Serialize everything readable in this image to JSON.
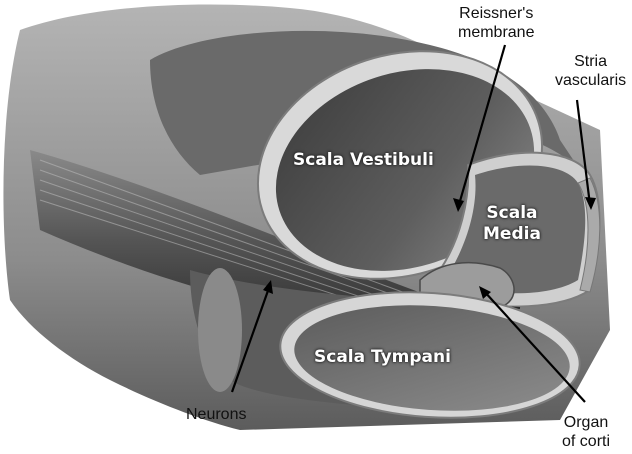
{
  "labels": {
    "reissners_membrane": [
      "Reissner's",
      "membrane"
    ],
    "stria_vascularis": [
      "Stria",
      "vascularis"
    ],
    "neurons": "Neurons",
    "organ_of_corti": [
      "Organ",
      "of corti"
    ]
  },
  "regions": {
    "scala_vestibuli": "Scala Vestibuli",
    "scala_media": [
      "Scala",
      "Media"
    ],
    "scala_tympani": "Scala Tympani"
  },
  "colors": {
    "background": "#ffffff",
    "tissue_dark": "#3a3a3a",
    "tissue_mid": "#7a7a7a",
    "tissue_light": "#c8c8c8",
    "label_text": "#111111",
    "region_text": "#ffffff"
  }
}
